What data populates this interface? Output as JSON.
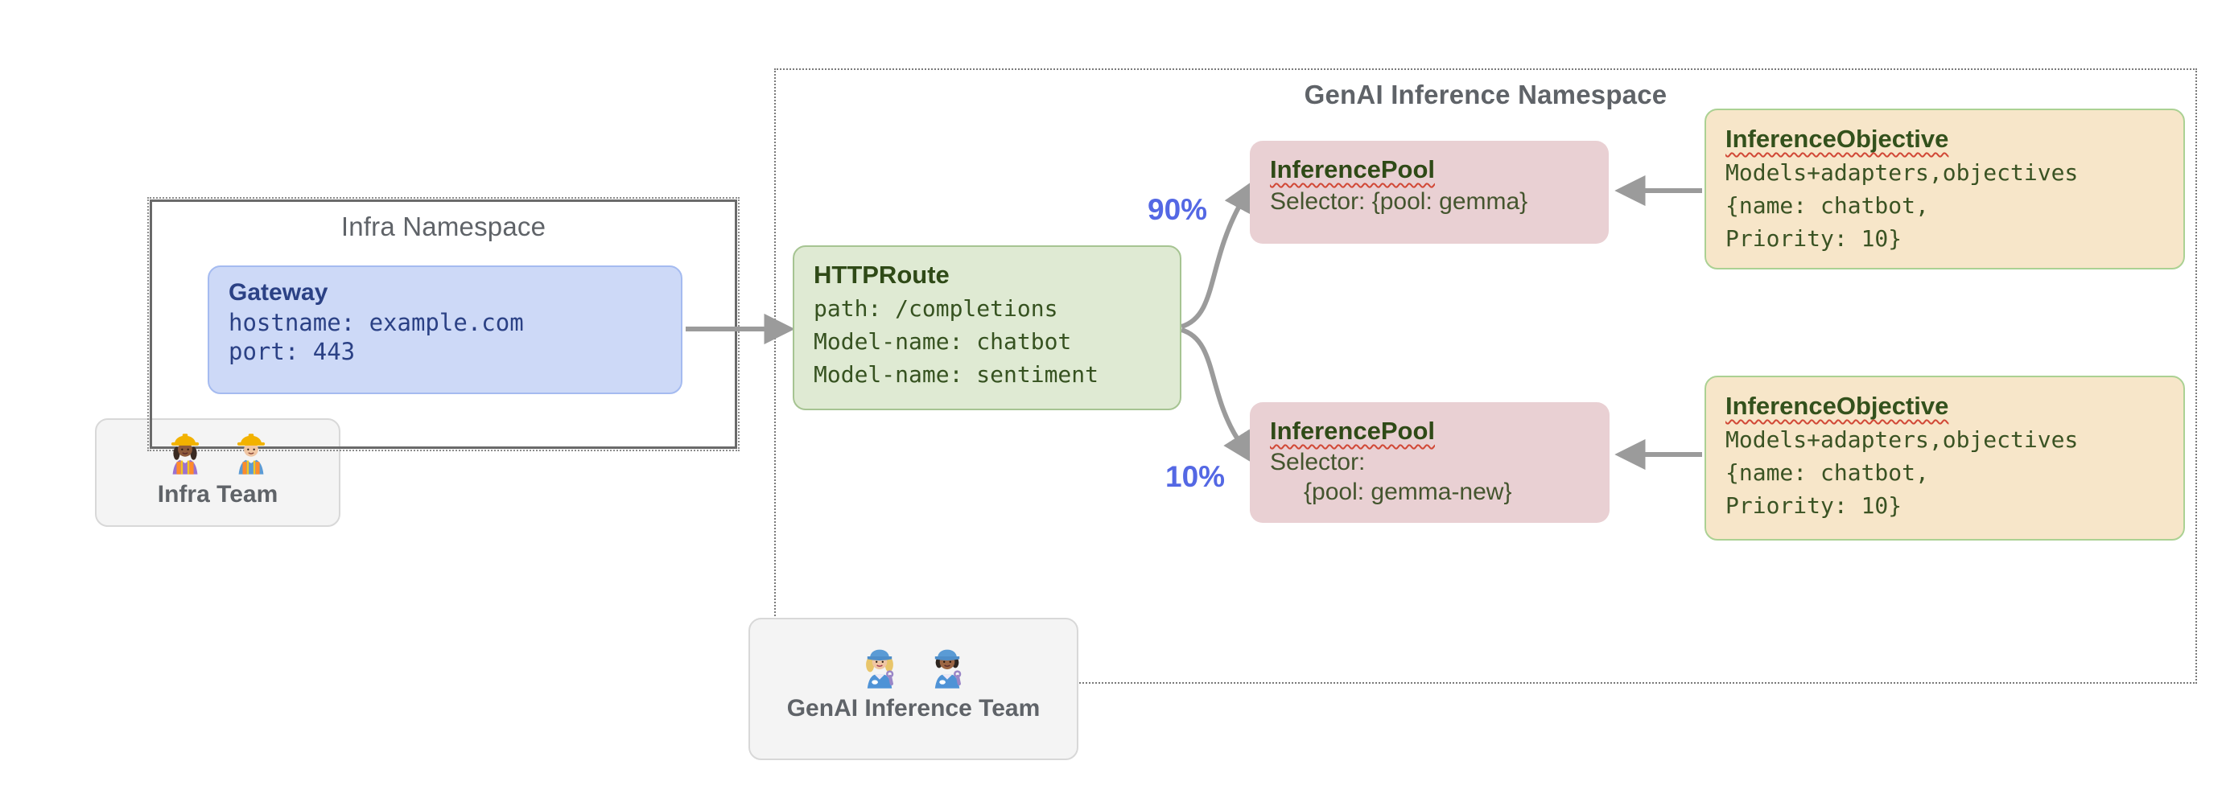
{
  "infra_namespace": {
    "title": "Infra Namespace"
  },
  "genai_namespace": {
    "title": "GenAI Inference Namespace"
  },
  "gateway": {
    "title": "Gateway",
    "lines": [
      "hostname: example.com",
      "port: 443"
    ]
  },
  "httproute": {
    "title": "HTTPRoute",
    "lines": [
      "path: /completions",
      "Model-name: chatbot",
      "Model-name: sentiment"
    ]
  },
  "pool_top": {
    "title": "InferencePool",
    "lines": [
      "Selector: {pool: gemma}"
    ]
  },
  "pool_bottom": {
    "title": "InferencePool",
    "lines": [
      "Selector:",
      "{pool: gemma-new}"
    ]
  },
  "objective_top": {
    "title": "InferenceObjective",
    "lines": [
      "Models+adapters,objectives",
      "{name: chatbot,",
      "Priority: 10}"
    ]
  },
  "objective_bottom": {
    "title": "InferenceObjective",
    "lines": [
      "Models+adapters,objectives",
      "{name: chatbot,",
      "Priority: 10}"
    ]
  },
  "labels": {
    "split_top": "90%",
    "split_bottom": "10%"
  },
  "infra_team": {
    "label": "Infra Team",
    "icons": [
      "woman-construction-worker-dark-skin-icon",
      "man-construction-worker-icon"
    ]
  },
  "genai_team": {
    "label": "GenAI Inference Team",
    "icons": [
      "woman-mechanic-icon",
      "man-mechanic-dark-skin-icon"
    ]
  },
  "colors": {
    "gateway_fill": "#cdd9f7",
    "gateway_text": "#2b4185",
    "httproute_fill": "#dfead3",
    "green_text": "#33511c",
    "pool_fill": "#e9d0d3",
    "objective_fill": "#f7e6c9",
    "arrow": "#9b9b9b",
    "split_label": "#5468e4",
    "namespace_text": "#5f6368",
    "wavy_underline": "#d14836"
  }
}
